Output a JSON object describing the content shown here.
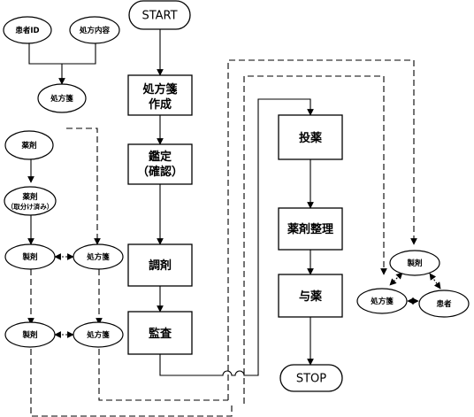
{
  "terminals": {
    "start": "START",
    "stop": "STOP"
  },
  "process": {
    "prescription_line1": "処方箋",
    "prescription_line2": "作成",
    "audit_line1": "鑑定",
    "audit_line2": "（確認）",
    "dispense": "調剤",
    "inspect": "監査",
    "administer": "投薬",
    "drug_organize": "薬剤整理",
    "give_drug": "与薬"
  },
  "entities": {
    "patient_id": "患者ID",
    "rx_contents": "処方内容",
    "rx_slip_top": "処方箋",
    "drug": "薬剤",
    "drug_sorted_line1": "薬剤",
    "drug_sorted_line2": "（取分け済み）",
    "product_1": "製剤",
    "rx_slip_1": "処方箋",
    "product_2": "製剤",
    "rx_slip_2": "処方箋",
    "right_product": "製剤",
    "right_rx_slip": "処方箋",
    "right_patient": "患者"
  }
}
